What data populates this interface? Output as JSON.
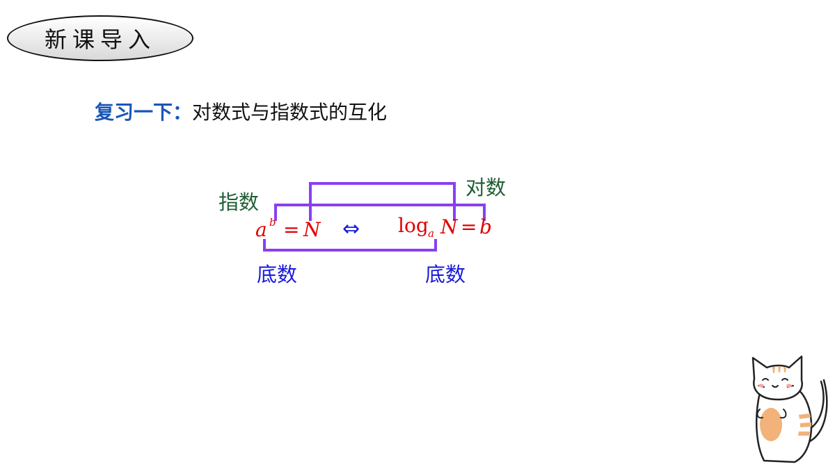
{
  "badge": {
    "label": "新课导入"
  },
  "heading": {
    "lead": "复习一下：",
    "rest": "对数式与指数式的互化"
  },
  "labels": {
    "exponent": "指数",
    "logarithm": "对数",
    "base_left": "底数",
    "base_right": "底数"
  },
  "formula": {
    "left_base": "a",
    "left_exp": "b",
    "left_eq": "=",
    "left_result": "N",
    "equivalence": "⇔",
    "log": "log",
    "log_base": "a",
    "log_arg": "N",
    "right_eq": "=",
    "right_result": "b"
  },
  "colors": {
    "bracket": "#8a3ff0",
    "heading_lead": "#1a56b8",
    "formula": "#e00000",
    "label_green": "#1f5e35",
    "label_blue": "#1a1adc"
  },
  "icons": {
    "mascot": "cat-mascot-icon"
  }
}
